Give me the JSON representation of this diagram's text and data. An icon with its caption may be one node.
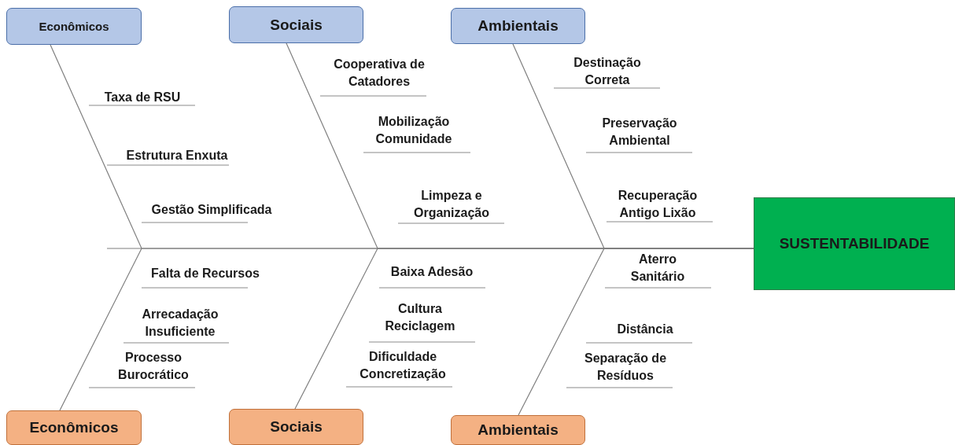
{
  "diagram": {
    "nodes": [
      {
        "text": [
          "Econômicos"
        ]
      },
      {
        "text": [
          "Sociais"
        ]
      },
      {
        "text": [
          "Ambientais"
        ]
      },
      {
        "text": [
          "Econômicos"
        ]
      },
      {
        "text": [
          "Sociais"
        ]
      },
      {
        "text": [
          "Ambientais"
        ]
      },
      {
        "text": [
          "SUSTENTABILIDADE"
        ]
      }
    ],
    "edges": [
      {
        "from": 0,
        "to": 6,
        "arrow": "none"
      },
      {
        "from": 1,
        "to": 6,
        "arrow": "none"
      },
      {
        "from": 2,
        "to": 6,
        "arrow": "none"
      },
      {
        "from": 3,
        "to": 6,
        "arrow": "none"
      },
      {
        "from": 4,
        "to": 6,
        "arrow": "none"
      },
      {
        "from": 5,
        "to": 6,
        "arrow": "none"
      }
    ],
    "labels": [
      "Taxa de RSU",
      "Estrutura Enxuta",
      "Gestão Simplificada",
      "Cooperativa de Catadores",
      "Mobilização Comunidade",
      "Limpeza e Organização",
      "Destinação Correta",
      "Preservação Ambiental",
      "Recuperação Antigo Lixão",
      "Falta de Recursos",
      "Arrecadação Insuficiente",
      "Processo Burocrático",
      "Baixa Adesão",
      "Cultura Reciclagem",
      "Dificuldade Concretização",
      "Aterro Sanitário",
      "Distância",
      "Separação de Resíduos"
    ]
  }
}
